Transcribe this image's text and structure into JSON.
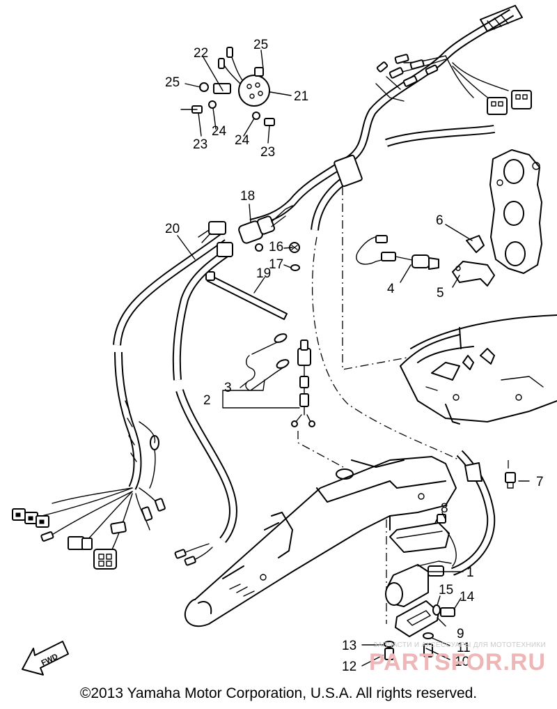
{
  "callouts": [
    {
      "id": "1",
      "text": "1"
    },
    {
      "id": "2",
      "text": "2"
    },
    {
      "id": "3",
      "text": "3"
    },
    {
      "id": "4",
      "text": "4"
    },
    {
      "id": "5",
      "text": "5"
    },
    {
      "id": "6",
      "text": "6"
    },
    {
      "id": "7",
      "text": "7"
    },
    {
      "id": "8",
      "text": "8"
    },
    {
      "id": "9",
      "text": "9"
    },
    {
      "id": "10",
      "text": "10"
    },
    {
      "id": "11",
      "text": "11"
    },
    {
      "id": "12",
      "text": "12"
    },
    {
      "id": "13",
      "text": "13"
    },
    {
      "id": "14",
      "text": "14"
    },
    {
      "id": "15",
      "text": "15"
    },
    {
      "id": "16",
      "text": "16"
    },
    {
      "id": "17",
      "text": "17"
    },
    {
      "id": "18",
      "text": "18"
    },
    {
      "id": "19",
      "text": "19"
    },
    {
      "id": "20",
      "text": "20"
    },
    {
      "id": "21",
      "text": "21"
    },
    {
      "id": "22",
      "text": "22"
    },
    {
      "id": "23a",
      "text": "23"
    },
    {
      "id": "23b",
      "text": "23"
    },
    {
      "id": "24a",
      "text": "24"
    },
    {
      "id": "24b",
      "text": "24"
    },
    {
      "id": "25a",
      "text": "25"
    },
    {
      "id": "25b",
      "text": "25"
    }
  ],
  "fwd_arrow": "FWD",
  "copyright": "©2013 Yamaha Motor Corporation, U.S.A. All rights reserved.",
  "watermark": {
    "subtitle": "ЗАПЧАСТИ И АКСЕССУАРЫ ДЛЯ МОТОТЕХНИКИ",
    "brand": "PARTSFOR.RU"
  }
}
